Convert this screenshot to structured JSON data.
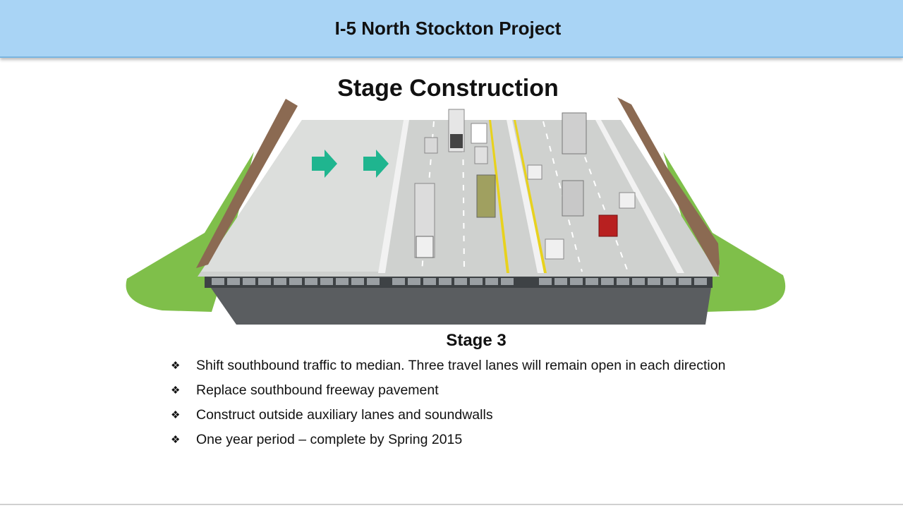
{
  "header": {
    "title": "I-5 North Stockton Project"
  },
  "main": {
    "section_title": "Stage Construction",
    "stage_title": "Stage 3",
    "bullet_icon": "diamond-bullet-icon",
    "bullets": [
      {
        "text": "Shift southbound traffic to median.  Three travel lanes will remain open in each direction"
      },
      {
        "text": "Replace southbound freeway pavement"
      },
      {
        "text": "Construct outside auxiliary lanes and soundwalls"
      },
      {
        "text": "One year period – complete by Spring 2015"
      }
    ]
  },
  "illustration": {
    "description_icon": "freeway-cross-section",
    "colors": {
      "grass": "#7fbf4a",
      "pavement": "#cfd1cf",
      "soundwall": "#8b6a52",
      "arrow": "#1fb58f",
      "median_stripe": "#e8d21e"
    }
  },
  "colors": {
    "header_bg": "#a9d4f5",
    "text": "#111111"
  }
}
